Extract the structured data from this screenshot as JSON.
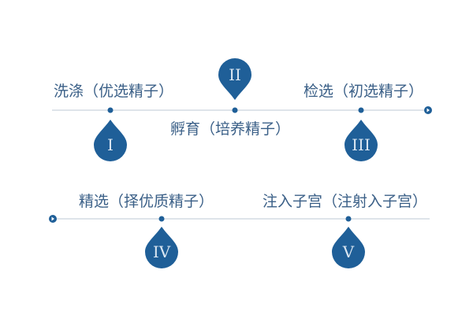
{
  "colors": {
    "drop": "#1f5f98",
    "drop_text": "#dbe7f2",
    "line": "#c9d3de",
    "dot": "#1f5f98",
    "arrow": "#1f5f98",
    "label": "#3a5f87"
  },
  "steps": [
    {
      "numeral": "I",
      "label": "洗涤（优选精子）"
    },
    {
      "numeral": "II",
      "label": "孵育（培养精子）"
    },
    {
      "numeral": "III",
      "label": "检选（初选精子）"
    },
    {
      "numeral": "IV",
      "label": "精选（择优质精子）"
    },
    {
      "numeral": "V",
      "label": "注入子宫（注射入子宫）"
    }
  ]
}
